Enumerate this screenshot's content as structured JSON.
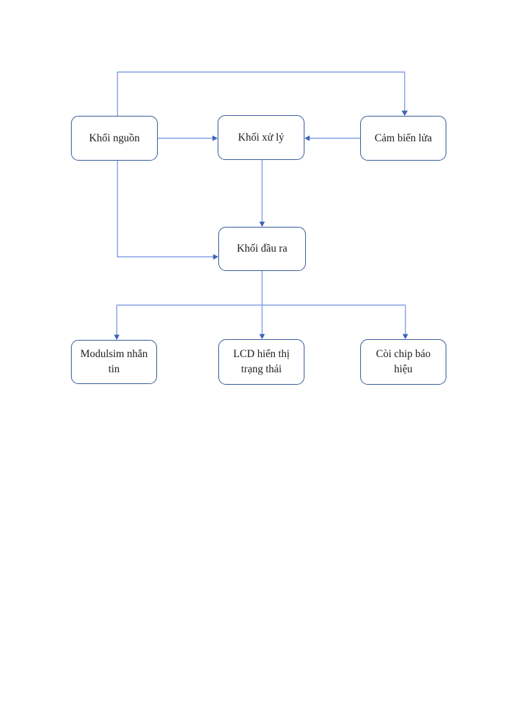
{
  "page": {
    "background": "#ffffff"
  },
  "diagram": {
    "type": "flowchart",
    "language": "vi",
    "colors": {
      "page_background": "#ffffff",
      "box_border": "#2F5496",
      "box_fill": "#ffffff",
      "connector_line": "#7D9CE0",
      "arrowhead": "#3A62B8",
      "label_text": "#1c1c1c"
    },
    "nodes": [
      {
        "id": "khoi-nguon",
        "label": "Khối nguồn"
      },
      {
        "id": "khoi-xu-ly",
        "label": "Khối xử lý"
      },
      {
        "id": "cam-bien-lua",
        "label": "Cảm biến lửa"
      },
      {
        "id": "khoi-dau-ra",
        "label": "Khối đầu ra"
      },
      {
        "id": "modulsim-nhan-tin",
        "label": "Modulsim nhắn tin"
      },
      {
        "id": "lcd-hien-thi",
        "label": "LCD hiển thị trạng thái"
      },
      {
        "id": "coi-chip-bao-hieu",
        "label": "Còi chip báo hiệu"
      }
    ],
    "edges": [
      {
        "from": "khoi-nguon",
        "to": "cam-bien-lua",
        "route": "over-the-top",
        "arrow": "into-top-of-target"
      },
      {
        "from": "khoi-nguon",
        "to": "khoi-xu-ly",
        "route": "direct-right",
        "arrow": "into-left-of-target"
      },
      {
        "from": "cam-bien-lua",
        "to": "khoi-xu-ly",
        "route": "direct-left",
        "arrow": "into-right-of-target"
      },
      {
        "from": "khoi-xu-ly",
        "to": "khoi-dau-ra",
        "route": "direct-down",
        "arrow": "into-top-of-target"
      },
      {
        "from": "khoi-nguon",
        "to": "khoi-dau-ra",
        "route": "down-then-right",
        "arrow": "into-left-of-target"
      },
      {
        "from": "khoi-dau-ra",
        "to": "modulsim-nhan-tin",
        "route": "down-bar-down",
        "arrow": "into-top-of-target"
      },
      {
        "from": "khoi-dau-ra",
        "to": "lcd-hien-thi",
        "route": "down-bar-down",
        "arrow": "into-top-of-target"
      },
      {
        "from": "khoi-dau-ra",
        "to": "coi-chip-bao-hieu",
        "route": "down-bar-down",
        "arrow": "into-top-of-target"
      }
    ]
  }
}
